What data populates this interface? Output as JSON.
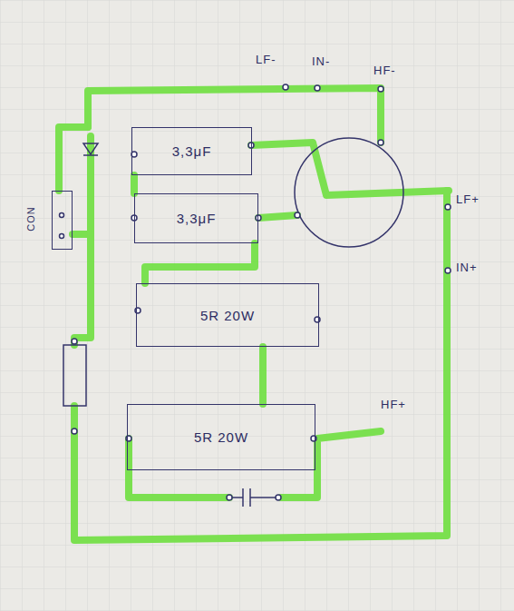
{
  "diagram": {
    "nodes": [
      {
        "text": [
          "CON"
        ]
      },
      {
        "text": [
          "3,3μF"
        ]
      },
      {
        "text": [
          "3,3μF"
        ]
      },
      {
        "text": [
          "5R 20W"
        ]
      },
      {
        "text": [
          "5R 20W"
        ]
      }
    ],
    "edges": [
      {
        "from": 1,
        "to": 2,
        "arrow": "none"
      },
      {
        "from": 2,
        "to": 3,
        "arrow": "none"
      },
      {
        "from": 3,
        "to": 4,
        "arrow": "none"
      }
    ],
    "labels": [
      "LF-",
      "IN-",
      "HF-",
      "LF+",
      "IN+",
      "HF+"
    ]
  }
}
